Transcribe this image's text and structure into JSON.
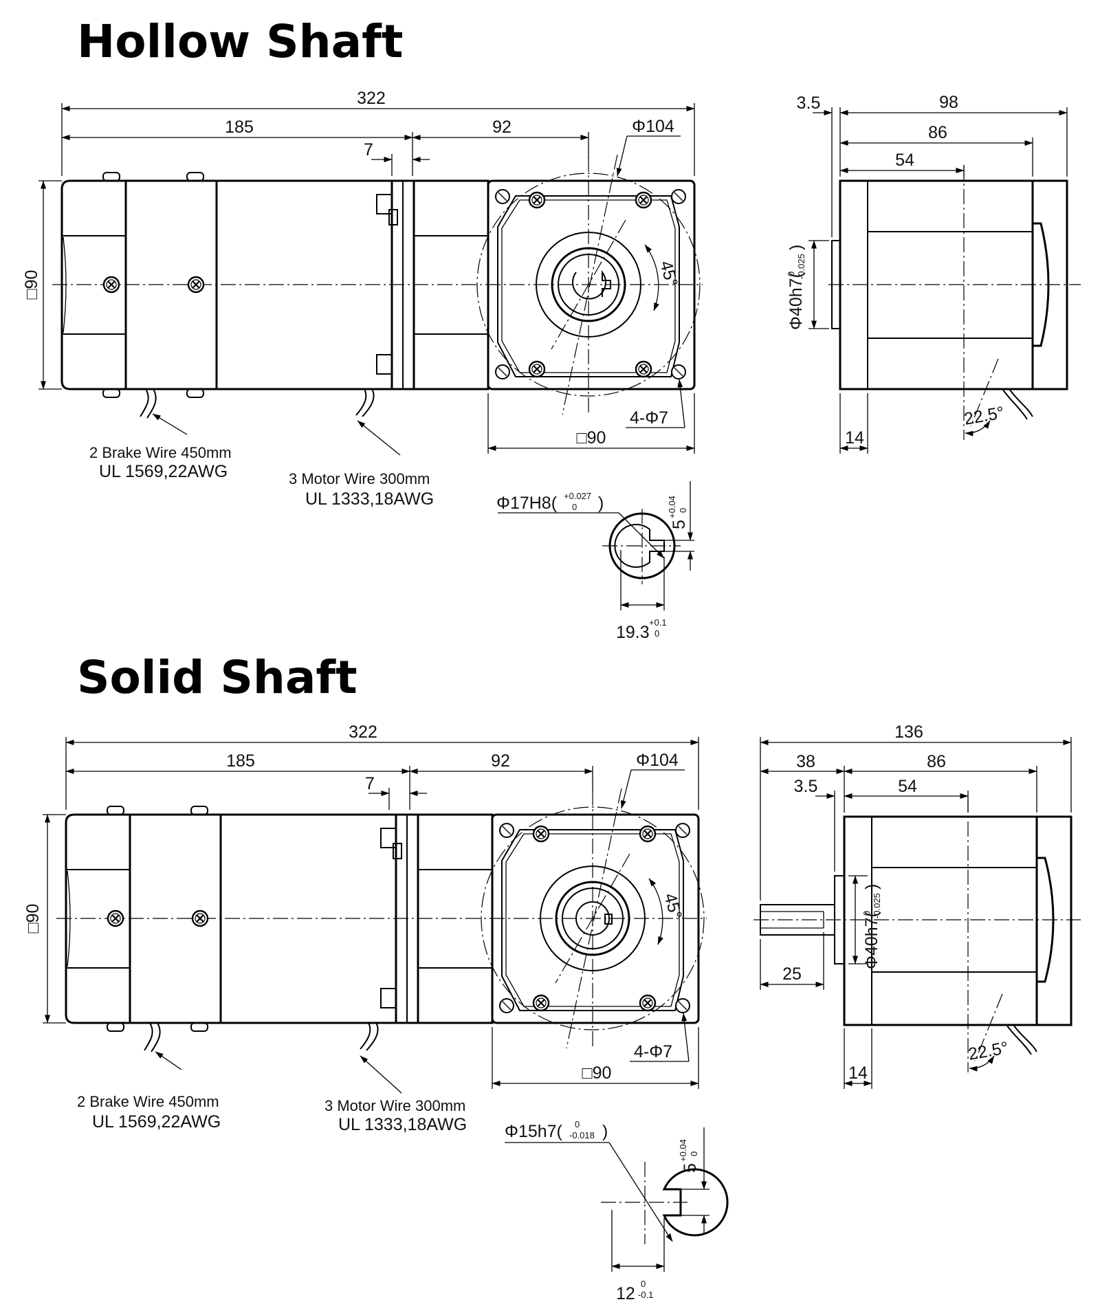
{
  "hollow": {
    "title": "Hollow Shaft",
    "d_322": "322",
    "d_185": "185",
    "d_92": "92",
    "d_7": "7",
    "d_phi104": "Φ104",
    "d_sq90_side": "□90",
    "d_sq90_front": "□90",
    "d_45": "45°",
    "d_4phi7": "4-Φ7",
    "brake_wire": "2 Brake Wire 450mm",
    "brake_spec": "UL 1569,22AWG",
    "motor_wire": "3 Motor Wire 300mm",
    "motor_spec": "UL 1333,18AWG",
    "r_35": "3.5",
    "r_98": "98",
    "r_86": "86",
    "r_54": "54",
    "r_14": "14",
    "r_225": "22.5°",
    "r_phi40": "Φ40h7(",
    "r_phi40_tol_up": "0",
    "r_phi40_tol_lo": "-0.025",
    "bore_label": "Φ17H8(",
    "bore_tol_up": "+0.027",
    "bore_tol_lo": "0",
    "key_w": "5",
    "key_tol_up": "+0.04",
    "key_tol_lo": "0",
    "key_h": "19.3",
    "key_h_tol_up": "+0.1",
    "key_h_tol_lo": "0"
  },
  "solid": {
    "title": "Solid Shaft",
    "d_322": "322",
    "d_185": "185",
    "d_92": "92",
    "d_7": "7",
    "d_phi104": "Φ104",
    "d_sq90_side": "□90",
    "d_sq90_front": "□90",
    "d_45": "45°",
    "d_4phi7": "4-Φ7",
    "brake_wire": "2 Brake Wire 450mm",
    "brake_spec": "UL 1569,22AWG",
    "motor_wire": "3 Motor Wire 300mm",
    "motor_spec": "UL 1333,18AWG",
    "r_136": "136",
    "r_38": "38",
    "r_86": "86",
    "r_35": "3.5",
    "r_54": "54",
    "r_25": "25",
    "r_14": "14",
    "r_225": "22.5°",
    "r_phi40": "Φ40h7(",
    "r_phi40_tol_up": "0",
    "r_phi40_tol_lo": "-0.025",
    "shaft_label": "Φ15h7(",
    "shaft_tol_up": "0",
    "shaft_tol_lo": "-0.018",
    "key_w": "5",
    "key_tol_up": "+0.04",
    "key_tol_lo": "0",
    "key_h": "12",
    "key_h_tol_up": "0",
    "key_h_tol_lo": "-0.1"
  }
}
